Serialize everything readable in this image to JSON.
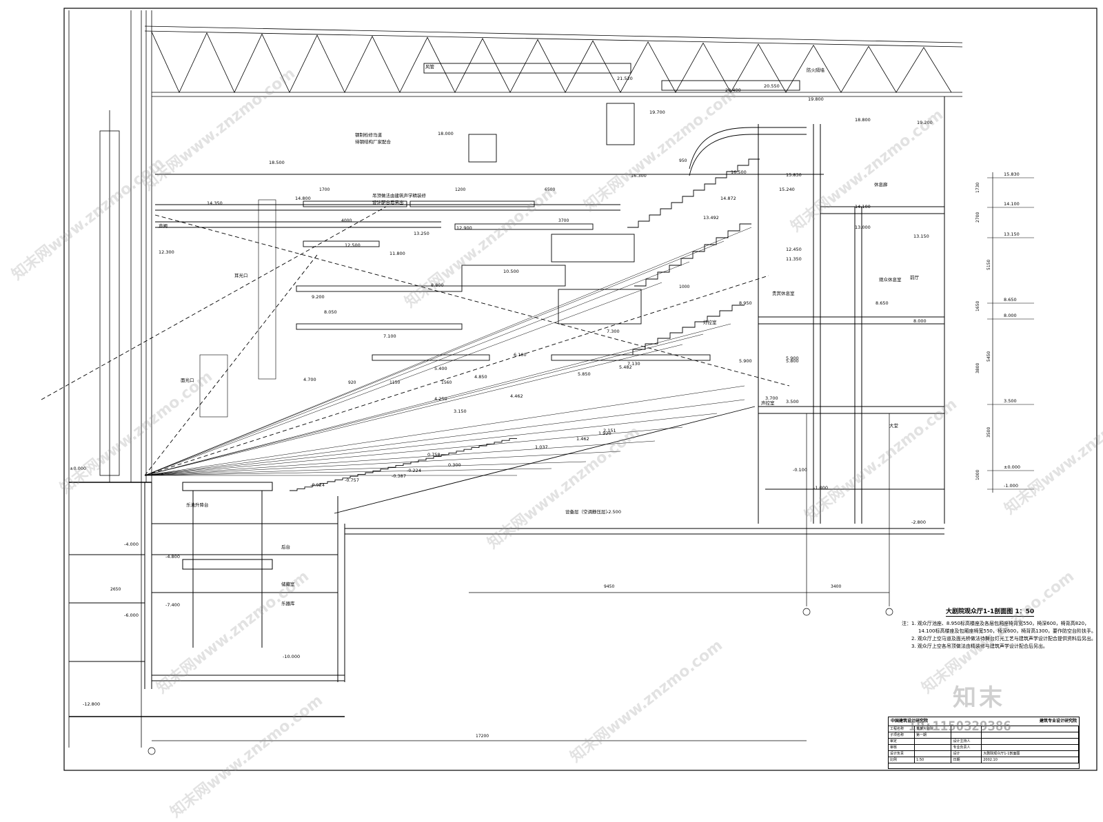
{
  "drawing_title": "大剧院观众厅1-1剖面图  1：50",
  "notes": [
    "注：1. 观众厅池座、8.950标高楼座及各层包厢座椅背宽550，椅深600，椅背高820，",
    "14.100标高楼座及包厢座椅宽550，椅深600，椅背高1300，要作防空台阶扶手。",
    "2. 观众厅上空马道及面光桥做法待舞台灯光工艺与建筑声学设计配合提供资料后另出。",
    "3. 观众厅上空各吊顶做法由精装修与建筑声学设计配合后另出。"
  ],
  "elevations": [
    "15.830",
    "14.100",
    "13.000",
    "13.150",
    "12.450",
    "11.350",
    "8.950",
    "8.650",
    "8.000",
    "5.900",
    "5.800",
    "5.900",
    "3.500",
    "3.700",
    "±0.000",
    "-1.000",
    "-2.500",
    "-2.800",
    "-4.000",
    "-4.800",
    "-6.000",
    "-7.400",
    "-10.000",
    "-12.800",
    "18.800",
    "19.200",
    "19.800",
    "20.400",
    "20.550",
    "19.700",
    "18.000",
    "18.500",
    "14.350",
    "14.800",
    "12.500",
    "13.250",
    "12.900",
    "11.800",
    "10.500",
    "9.200",
    "8.800",
    "8.050",
    "7.100",
    "5.400",
    "4.700",
    "4.250",
    "4.850",
    "6.100",
    "7.300",
    "7.130",
    "5.850",
    "5.482",
    "4.462",
    "3.150",
    "2.151",
    "1.920",
    "1.462",
    "1.037",
    "0.758",
    "0.300",
    "-0.224",
    "-0.387",
    "-0.757",
    "-0.924",
    "16.500",
    "16.300",
    "15.240",
    "14.872",
    "13.492",
    "21.520",
    "12.300",
    "-0.100"
  ],
  "dimensions": [
    "1200",
    "6500",
    "4000",
    "3700",
    "1700",
    "9450",
    "3400",
    "17200",
    "2650",
    "920",
    "950",
    "1000",
    "1150",
    "1560"
  ],
  "annotations": [
    "钢制检修马道",
    "待钢结构厂家配合",
    "吊顶做法由建筑声学精装修",
    "设计配合后另出",
    "风管",
    "防火隔墙",
    "声闸",
    "耳光口",
    "面光口",
    "乐池升降台",
    "后台",
    "设备层（空调静压层）",
    "声控室",
    "灯控室",
    "休息廊",
    "观众休息室",
    "贵宾休息室",
    "大堂",
    "前厅",
    "储藏室",
    "乐器库"
  ],
  "right_scale": {
    "elevations": [
      "15.830",
      "14.100",
      "13.150",
      "8.650",
      "8.000",
      "3.500",
      "±0.000",
      "-1.000"
    ],
    "spans": [
      "1730",
      "2700",
      "5150",
      "1650",
      "5450",
      "3800",
      "3500",
      "1000"
    ]
  },
  "watermarks": [
    "知末网www.znzmo.com"
  ],
  "brand": "知末",
  "id_tag": "ID:1150329386",
  "title_block": {
    "company": "中国建筑设计研究院",
    "dept": "建筑专业设计研究院",
    "rows": [
      [
        "工程名称",
        "某某大剧院",
        "",
        ""
      ],
      [
        "子项名称",
        "第一期",
        "",
        ""
      ],
      [
        "审定",
        "",
        "设计主持人",
        ""
      ],
      [
        "审核",
        "",
        "专业负责人",
        ""
      ],
      [
        "设计负责",
        "",
        "设计",
        "大剧院观众厅1-1剖面图"
      ],
      [
        "比例",
        "1:50",
        "日期",
        "2002.10"
      ]
    ]
  }
}
